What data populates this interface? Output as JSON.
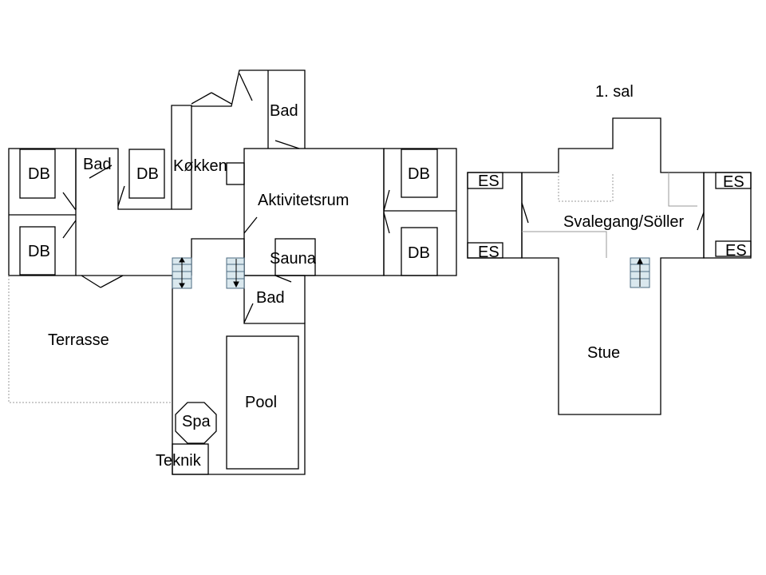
{
  "colors": {
    "line": "#000000",
    "stair_fill": "#dae8ee",
    "dashed": "#999999"
  },
  "ground_floor": {
    "rooms": {
      "db_top_left": "DB",
      "bad_left": "Bad",
      "db_top_middle": "DB",
      "kokken": "Køkken",
      "bad_top": "Bad",
      "aktivitetsrum": "Aktivitetsrum",
      "db_top_right": "DB",
      "db_bottom_left": "DB",
      "sauna": "Sauna",
      "db_bottom_right": "DB",
      "bad_bottom": "Bad",
      "terrasse": "Terrasse",
      "pool": "Pool",
      "spa": "Spa",
      "teknik": "Teknik"
    }
  },
  "upper_floor": {
    "title": "1. sal",
    "rooms": {
      "es_top_left": "ES",
      "es_top_right": "ES",
      "svalegang": "Svalegang/Söller",
      "es_bottom_left": "ES",
      "es_bottom_right": "ES",
      "stue": "Stue"
    }
  }
}
